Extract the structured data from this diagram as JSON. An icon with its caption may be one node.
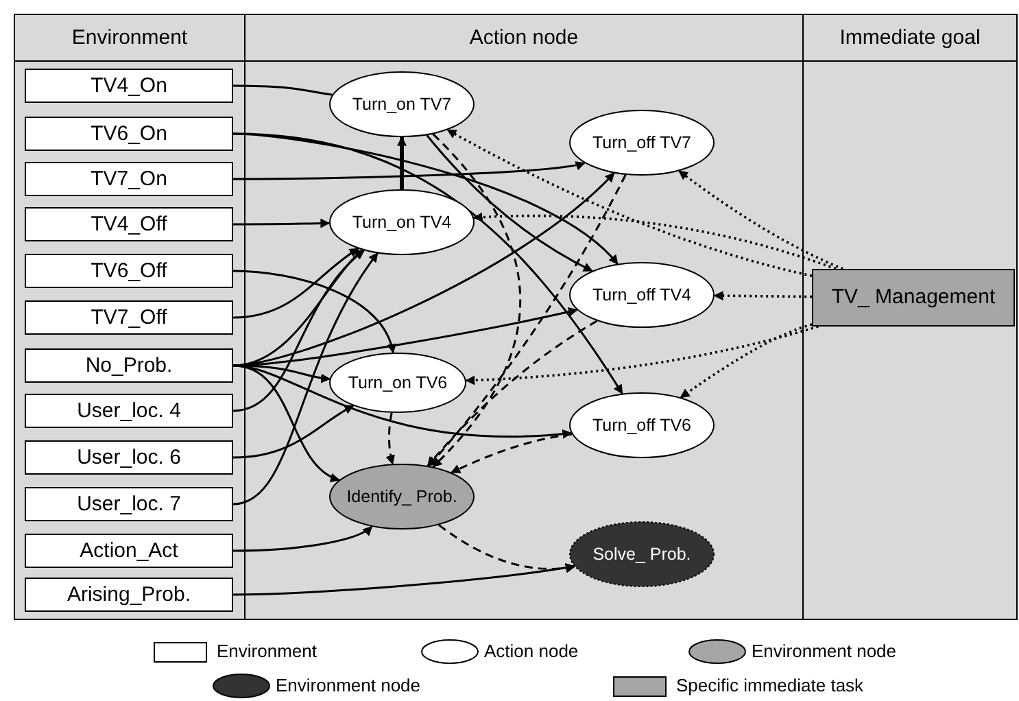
{
  "diagram": {
    "nodes": [
      {
        "text": [
          "Environment"
        ]
      },
      {
        "text": [
          "Action node"
        ]
      },
      {
        "text": [
          "Immediate goal"
        ]
      },
      {
        "text": [
          "TV4_On"
        ],
        "in": 0
      },
      {
        "text": [
          "TV6_On"
        ],
        "in": 0
      },
      {
        "text": [
          "TV7_On"
        ],
        "in": 0
      },
      {
        "text": [
          "TV4_Off"
        ],
        "in": 0
      },
      {
        "text": [
          "TV6_Off"
        ],
        "in": 0
      },
      {
        "text": [
          "TV7_Off"
        ],
        "in": 0
      },
      {
        "text": [
          "No_Prob."
        ],
        "in": 0
      },
      {
        "text": [
          "User_loc. 4"
        ],
        "in": 0
      },
      {
        "text": [
          "User_loc. 6"
        ],
        "in": 0
      },
      {
        "text": [
          "User_loc. 7"
        ],
        "in": 0
      },
      {
        "text": [
          "Action_Act"
        ],
        "in": 0
      },
      {
        "text": [
          "Arising_Prob."
        ],
        "in": 0
      },
      {
        "text": [
          "Turn_on TV7"
        ],
        "in": 1
      },
      {
        "text": [
          "Turn_off TV7"
        ],
        "in": 1
      },
      {
        "text": [
          "Turn_on TV4"
        ],
        "in": 1
      },
      {
        "text": [
          "Turn_off TV4"
        ],
        "in": 1
      },
      {
        "text": [
          "Turn_on TV6"
        ],
        "in": 1
      },
      {
        "text": [
          "Turn_off TV6"
        ],
        "in": 1
      },
      {
        "text": [
          "Identify_ Prob."
        ],
        "in": 1
      },
      {
        "text": [
          "Solve_ Prob."
        ],
        "in": 1
      },
      {
        "text": [
          "TV_ Management"
        ],
        "in": 2
      }
    ],
    "edges": [
      {
        "from": 3,
        "to": 15,
        "arrow": "none"
      },
      {
        "from": 4,
        "to": 18,
        "arrow": "to"
      },
      {
        "from": 5,
        "to": 16,
        "arrow": "to"
      },
      {
        "from": 6,
        "to": 17,
        "arrow": "to"
      },
      {
        "from": 7,
        "to": 19,
        "arrow": "to"
      },
      {
        "from": 8,
        "to": 17,
        "arrow": "to"
      },
      {
        "from": 9,
        "to": 17,
        "arrow": "to"
      },
      {
        "from": 9,
        "to": 19,
        "arrow": "to"
      },
      {
        "from": 9,
        "to": 21,
        "arrow": "to"
      },
      {
        "from": 9,
        "to": 18,
        "arrow": "to"
      },
      {
        "from": 9,
        "to": 20,
        "arrow": "to"
      },
      {
        "from": 9,
        "to": 16,
        "arrow": "to"
      },
      {
        "from": 10,
        "to": 17,
        "arrow": "to"
      },
      {
        "from": 11,
        "to": 19,
        "arrow": "to"
      },
      {
        "from": 12,
        "to": 17,
        "arrow": "to"
      },
      {
        "from": 13,
        "to": 21,
        "arrow": "to"
      },
      {
        "from": 14,
        "to": 22,
        "arrow": "to"
      },
      {
        "from": 17,
        "to": 15,
        "arrow": "to",
        "style": "thick"
      },
      {
        "from": 15,
        "to": 18,
        "arrow": "to"
      },
      {
        "from": 4,
        "to": 20,
        "arrow": "to"
      },
      {
        "from": 23,
        "to": 15,
        "arrow": "to",
        "style": "dashed"
      },
      {
        "from": 23,
        "to": 16,
        "arrow": "to",
        "style": "dashed"
      },
      {
        "from": 23,
        "to": 17,
        "arrow": "to",
        "style": "dashed"
      },
      {
        "from": 23,
        "to": 18,
        "arrow": "to",
        "style": "dashed"
      },
      {
        "from": 23,
        "to": 19,
        "arrow": "to",
        "style": "dashed"
      },
      {
        "from": 23,
        "to": 20,
        "arrow": "to",
        "style": "dashed"
      },
      {
        "from": 15,
        "to": 21,
        "arrow": "to",
        "style": "dashed"
      },
      {
        "from": 16,
        "to": 21,
        "arrow": "to",
        "style": "dashed"
      },
      {
        "from": 19,
        "to": 21,
        "arrow": "to",
        "style": "dashed"
      },
      {
        "from": 18,
        "to": 21,
        "arrow": "to",
        "style": "dashed"
      },
      {
        "from": 20,
        "to": 21,
        "arrow": "to",
        "style": "dashed"
      },
      {
        "from": 21,
        "to": 22,
        "arrow": "to",
        "style": "dashed"
      }
    ],
    "legend": [
      {
        "text": "Environment"
      },
      {
        "text": "Action node"
      },
      {
        "text": "Environment node",
        "color": "#a6a6a6"
      },
      {
        "text": "Environment node",
        "color": "#333333"
      },
      {
        "text": "Specific immediate task",
        "color": "#a6a6a6"
      }
    ]
  }
}
